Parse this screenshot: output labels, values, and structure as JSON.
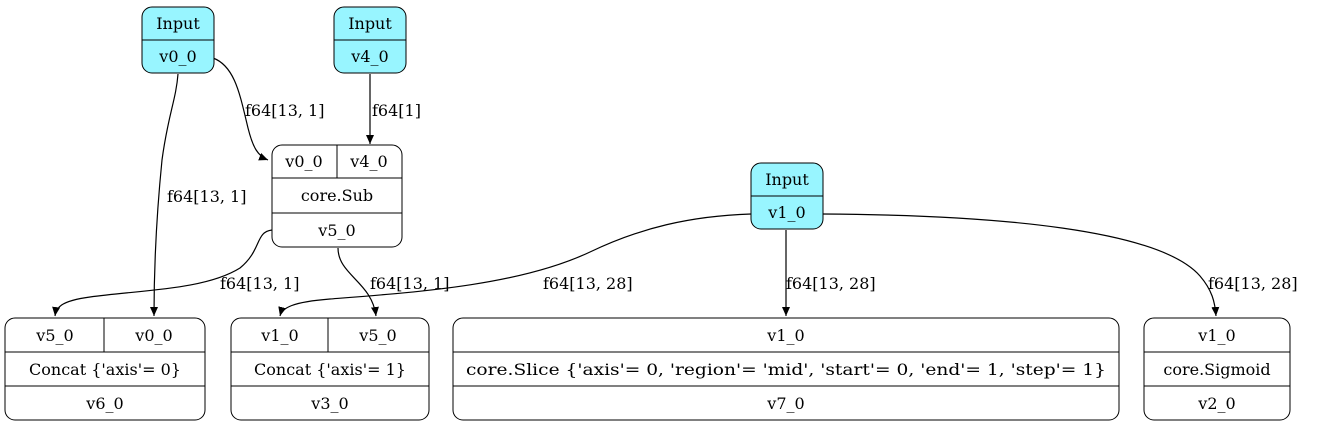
{
  "diagram": {
    "input_fill": "#98f5ff",
    "nodes": {
      "in_v0": {
        "header": "Input",
        "port": "v0_0"
      },
      "in_v4": {
        "header": "Input",
        "port": "v4_0"
      },
      "in_v1": {
        "header": "Input",
        "port": "v1_0"
      },
      "sub": {
        "ports": [
          "v0_0",
          "v4_0"
        ],
        "op": "core.Sub",
        "output": "v5_0"
      },
      "concat_v6": {
        "ports": [
          "v5_0",
          "v0_0"
        ],
        "op": "Concat {'axis'= 0}",
        "output": "v6_0"
      },
      "concat_v3": {
        "ports": [
          "v1_0",
          "v5_0"
        ],
        "op": "Concat {'axis'= 1}",
        "output": "v3_0"
      },
      "slice": {
        "ports": [
          "v1_0"
        ],
        "op": "core.Slice {'axis'= 0, 'region'= 'mid', 'start'= 0, 'end'= 1, 'step'= 1}",
        "output": "v7_0"
      },
      "sigmoid": {
        "ports": [
          "v1_0"
        ],
        "op": "core.Sigmoid",
        "output": "v2_0"
      }
    },
    "edges": {
      "v0_to_sub": "f64[13, 1]",
      "v4_to_sub": "f64[1]",
      "v0_to_concat6": "f64[13, 1]",
      "sub_to_concat6": "f64[13, 1]",
      "sub_to_concat3": "f64[13, 1]",
      "v1_to_concat3": "f64[13, 28]",
      "v1_to_slice": "f64[13, 28]",
      "v1_to_sigmoid": "f64[13, 28]"
    }
  }
}
